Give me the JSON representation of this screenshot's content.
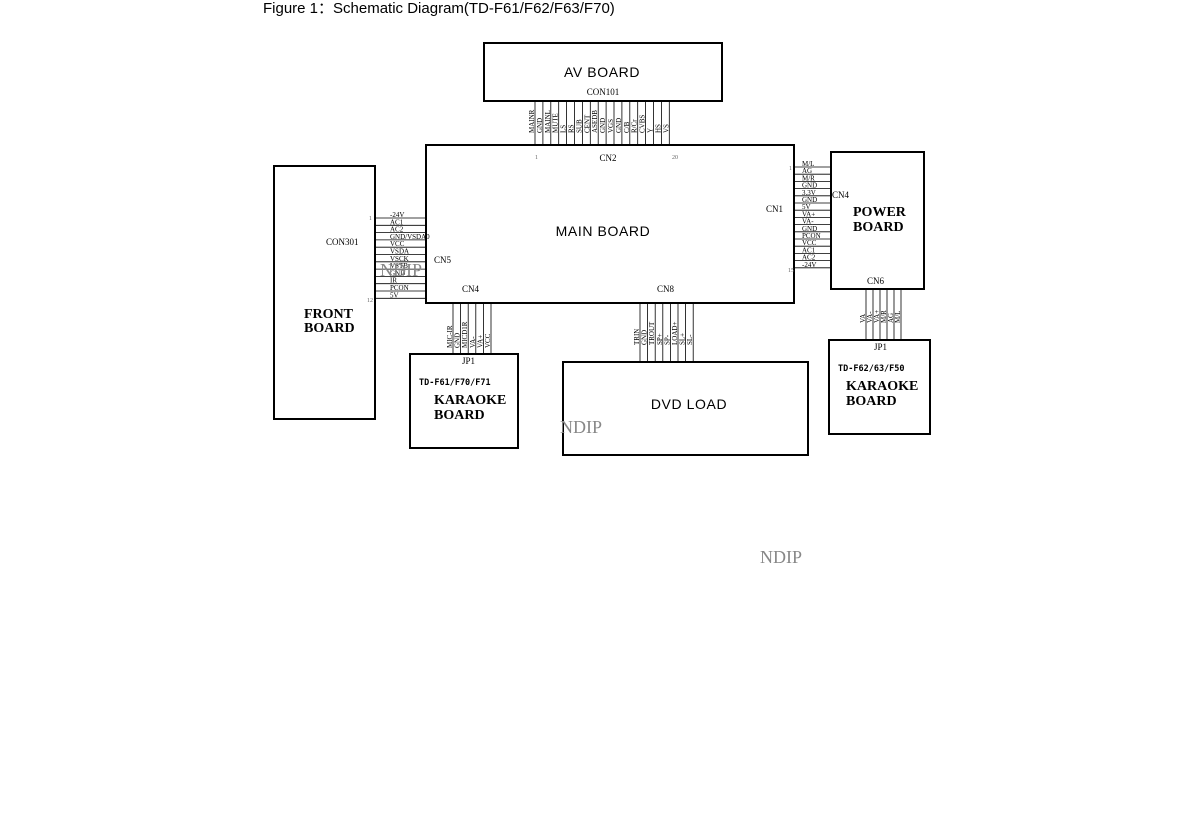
{
  "figure_title": "Figure 1：Schematic Diagram(TD-F61/F62/F63/F70)",
  "boards": {
    "av": "AV  BOARD",
    "main": "MAIN  BOARD",
    "front": [
      "FRONT",
      "BOARD"
    ],
    "power": [
      "POWER",
      "BOARD"
    ],
    "karaoke_left": [
      "KARAOKE",
      "BOARD"
    ],
    "karaoke_right": [
      "KARAOKE",
      "BOARD"
    ],
    "dvd": "DVD  LOAD"
  },
  "models": {
    "karaoke_left": "TD-F61/F70/F71",
    "karaoke_right": "TD-F62/63/F50"
  },
  "connectors": {
    "con101": "CON101",
    "cn2": "CN2",
    "cn1": "CN1",
    "cn4_power": "CN4",
    "con301": "CON301",
    "cn5": "CN5",
    "cn4_main": "CN4",
    "cn8": "CN8",
    "cn6": "CN6",
    "jp1_left": "JP1",
    "jp1_right": "JP1"
  },
  "pin_numbers": {
    "cn2_first": "1",
    "cn2_last": "20",
    "cn1_first": "1",
    "cn1_last": "15",
    "cn5_first": "1",
    "cn5_last": "12"
  },
  "pins": {
    "av_cn2": [
      "MAINR",
      "GND",
      "MAINL",
      "MUTE",
      "LS",
      "RS",
      "SUB",
      "CENT",
      "ASEDB",
      "GND",
      "VGS",
      "GND",
      "C/B",
      "R/Cr",
      "CVBS",
      "Y",
      "HS",
      "VS"
    ],
    "power_cn1": [
      "M/L",
      "AG",
      "M/R",
      "GND",
      "3.3V",
      "GND",
      "5V",
      "VA+",
      "VA-",
      "GND",
      "PCON",
      "VCC",
      "AC1",
      "AC2",
      "-24V"
    ],
    "front_cn5": [
      "-24V",
      "AC1",
      "AC2",
      "GND/VSDA0",
      "VCC",
      "VSDA",
      "VSCK",
      "VSTB",
      "GND",
      "IR",
      "PCON",
      "5V"
    ],
    "karaoke_cn4": [
      "MIC-IR",
      "GND",
      "MICD1R",
      "VA-",
      "VA+",
      "VCC"
    ],
    "dvd_cn8": [
      "TRIN",
      "GND",
      "TROUT",
      "SP+",
      "SP-",
      "LOAD+",
      "SL+",
      "SL-"
    ],
    "karaoke_cn6": [
      "VA",
      "VA-",
      "VA+",
      "M/R",
      "AG",
      "M/L"
    ]
  },
  "watermarks": [
    "NDIP",
    "NDIP",
    "NDIP"
  ]
}
